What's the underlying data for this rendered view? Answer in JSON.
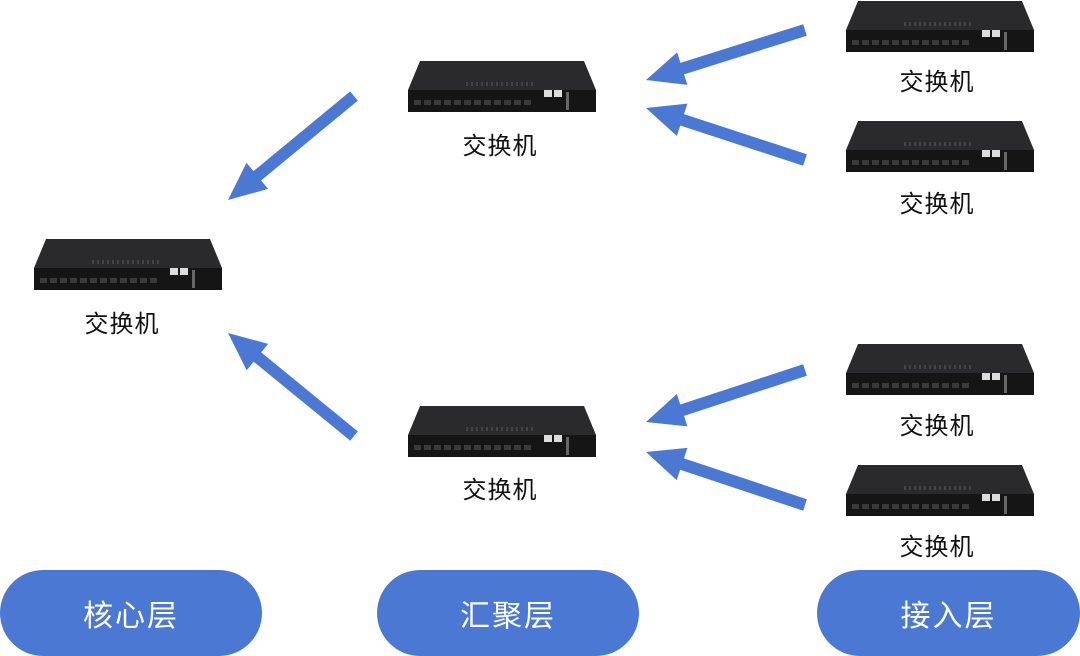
{
  "colors": {
    "arrow": "#4A78D2",
    "pill": "#4A78D2",
    "device_top": "#2a2a2c",
    "device_front": "#151516",
    "port": "#3a3a3c"
  },
  "icon": "network-switch-icon",
  "nodes": {
    "core": {
      "label": "交换机"
    },
    "agg_top": {
      "label": "交换机"
    },
    "agg_bottom": {
      "label": "交换机"
    },
    "acc_1": {
      "label": "交换机"
    },
    "acc_2": {
      "label": "交换机"
    },
    "acc_3": {
      "label": "交换机"
    },
    "acc_4": {
      "label": "交换机"
    }
  },
  "layers": {
    "core": "核心层",
    "aggregation": "汇聚层",
    "access": "接入层"
  }
}
